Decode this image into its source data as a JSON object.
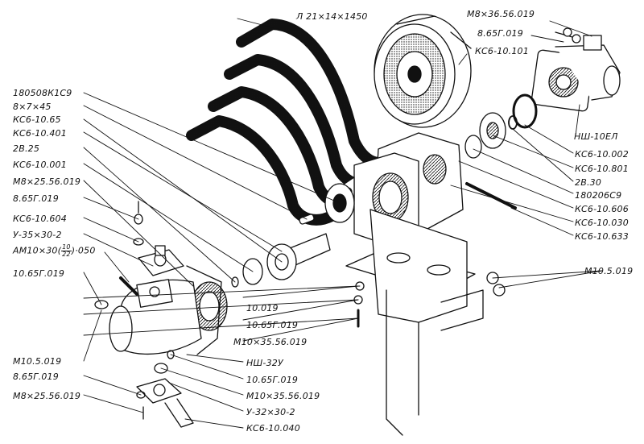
{
  "labels": {
    "belt": "Л 21×14×1450",
    "bolt_tr": "М8×36.56.019",
    "washer_tr": "8.65Г.019",
    "pulley": "КС6-10.101",
    "pump_r": "НШ-10ЕЛ",
    "ks002": "КС6-10.002",
    "ks801": "КС6-10.801",
    "ring30": "2В.30",
    "bearing206": "180206С9",
    "ks606": "КС6-10.606",
    "ks030": "КС6-10.030",
    "ks633": "КС6-10.633",
    "nut_r": "М10.5.019",
    "bearing508": "180508К1С9",
    "key": "8×7×45",
    "ks65": "КС6-10.65",
    "ks401": "КС6-10.401",
    "ring25": "2В.25",
    "ks001": "КС6-10.001",
    "bolt_l1": "М8×25.56.019",
    "washer_l1": "8.65Г.019",
    "ks604": "КС6-10.604",
    "gasket35": "У-35×30-2",
    "stud_prefix": "АМ10×30",
    "stud_num": "10",
    "stud_den": "22",
    "stud_suffix": "·050",
    "washer10_l": "10.65Г.019",
    "washer_c": "10.019",
    "washer_c2": "10.65Г.019",
    "bolt_c": "М10×35.56.019",
    "nut_l": "М10.5.019",
    "washer_l2": "8.65Г.019",
    "bolt_l2": "М8×25.56.019",
    "pump_b": "НШ-32У",
    "washer_b": "10.65Г.019",
    "bolt_b": "М10×35.56.019",
    "gasket32": "У-32×30-2",
    "ks040": "КС6-10.040"
  }
}
